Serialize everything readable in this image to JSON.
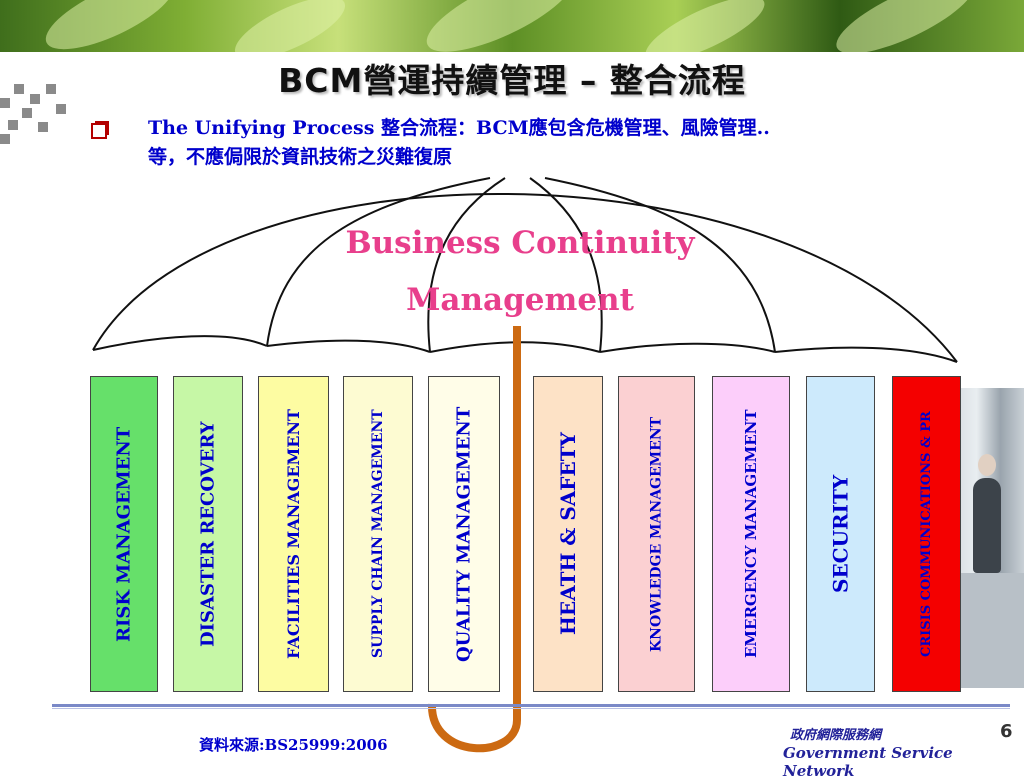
{
  "title": "BCM營運持續管理 – 整合流程",
  "bullet": {
    "line1": "The Unifying Process 整合流程：BCM應包含危機管理、風險管理..",
    "line2": "等，不應侷限於資訊技術之災難復原"
  },
  "umbrella": {
    "canopy_line1": "Business Continuity",
    "canopy_line2": "Management",
    "handle_color": "#cc6a12"
  },
  "bars": [
    {
      "label": "RISK MANAGEMENT",
      "color": "#66e06a",
      "text_color": "#0000cc"
    },
    {
      "label": "DISASTER RECOVERY",
      "color": "#c6f7a6",
      "text_color": "#0000cc"
    },
    {
      "label": "FACILITIES MANAGEMENT",
      "color": "#fdfca2",
      "text_color": "#0000cc"
    },
    {
      "label": "SUPPLY CHAIN MANAGEMENT",
      "color": "#fdfbd2",
      "text_color": "#0000cc"
    },
    {
      "label": "QUALITY  MANAGEMENT",
      "color": "#fffde8",
      "text_color": "#0000cc"
    },
    {
      "label": "HEATH & SAFETY",
      "color": "#fde2c6",
      "text_color": "#0000cc"
    },
    {
      "label": "KNOWLEDGE MANAGEMENT",
      "color": "#fbd0d2",
      "text_color": "#0000cc"
    },
    {
      "label": "EMERGENCY MANAGEMENT",
      "color": "#fccefa",
      "text_color": "#0000cc"
    },
    {
      "label": "SECURITY",
      "color": "#cdeafc",
      "text_color": "#0000cc"
    },
    {
      "label": "CRISIS COMMUNICATIONS & PR",
      "color": "#f40000",
      "text_color": "#0000cc"
    }
  ],
  "footer": {
    "source": "資料來源:BS25999:2006",
    "org_cn": "政府網際服務網",
    "org_en": "Government Service Network",
    "page": "6"
  },
  "colors": {
    "title": "#111111",
    "bullet_text": "#0000cc",
    "canopy_text": "#e83f8c",
    "bullet_box": "#b30000"
  }
}
